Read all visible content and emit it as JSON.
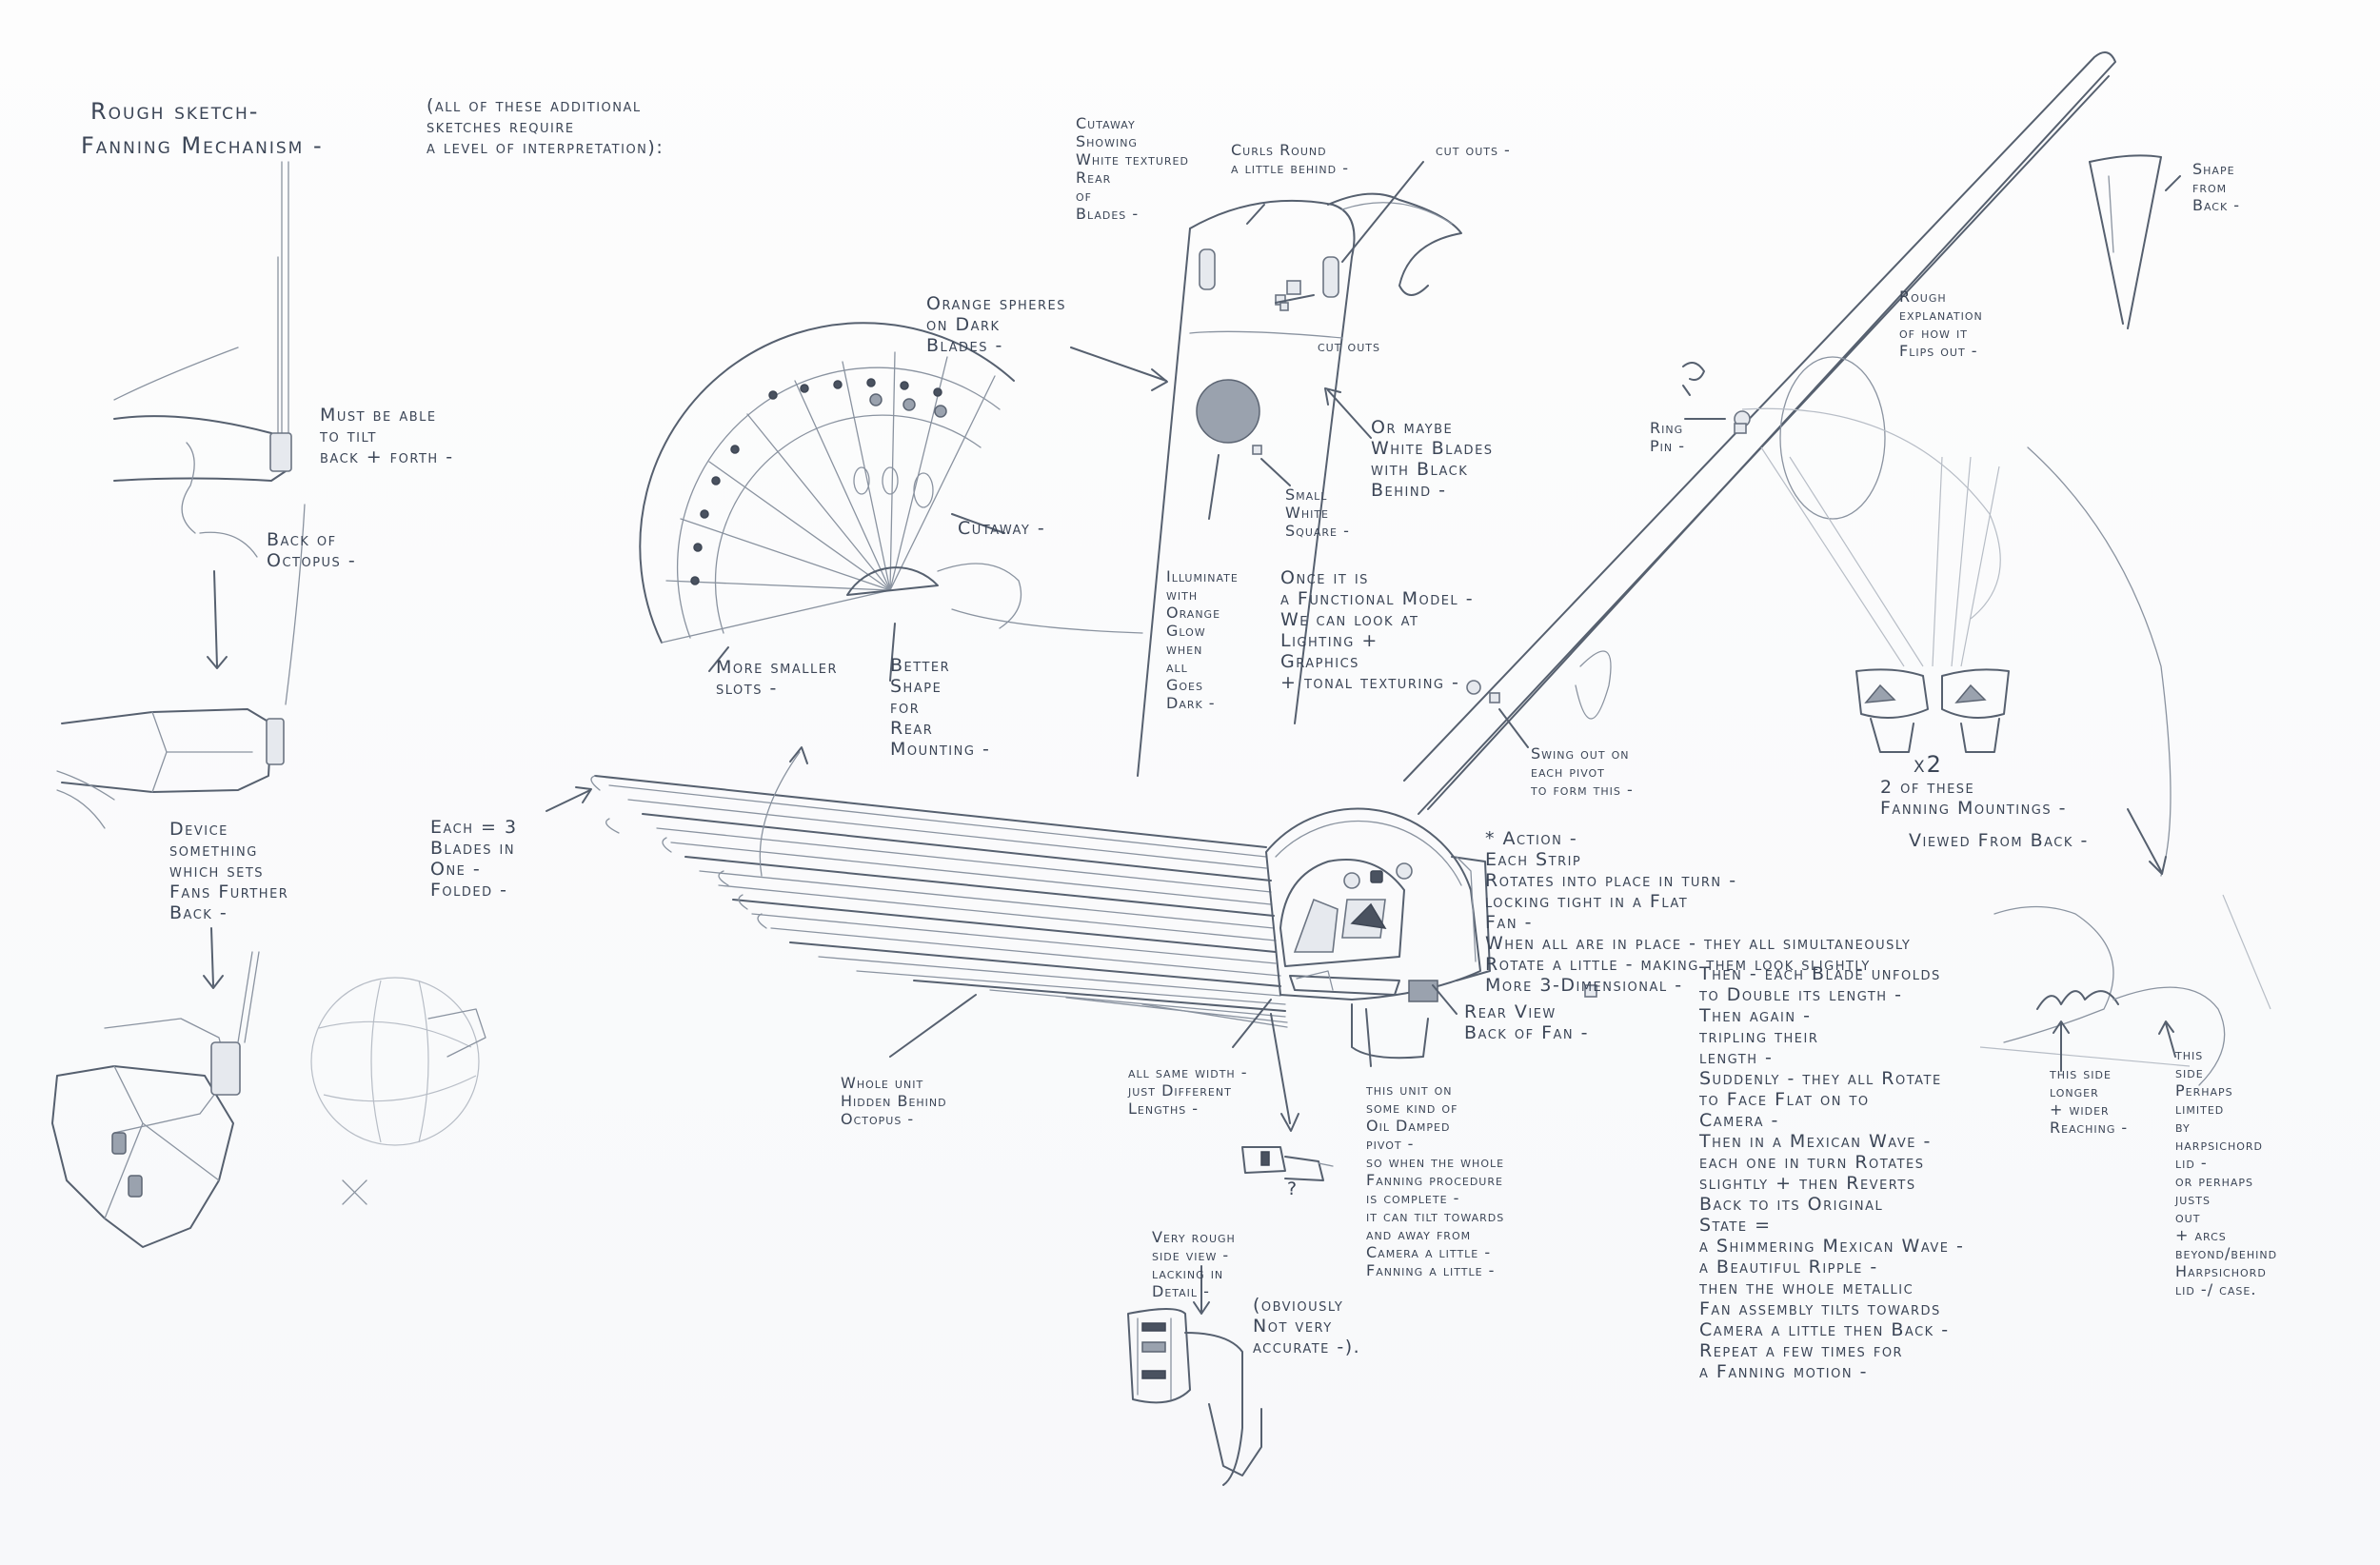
{
  "title": {
    "line1": "Rough sketch-",
    "line2": "Fanning Mechanism -"
  },
  "note_interpretation": "(all of these additional\nsketches require\na level of interpretation):",
  "left_notes": {
    "tilt": "Must be able\nto tilt\nback + forth -",
    "back_of_octopus": "Back of\nOctopus -",
    "device": "Device\nsomething\nwhich sets\nFans Further\nBack -"
  },
  "fan_notes": {
    "orange_spheres": "Orange spheres\non Dark\nBlades -",
    "cutaway": "Cutaway -",
    "more_slots": "More smaller\nslots -",
    "better_shape": "Better\nShape\nfor\nRear\nMounting -"
  },
  "blade_notes": {
    "cutaway_showing": "Cutaway\nShowing\nWhite textured\nRear\nof\nBlades -",
    "curls_round": "Curls Round\na little behind -",
    "cutouts_top": "cut outs -",
    "cutouts": "cut outs",
    "or_maybe": "Or maybe\nWhite Blades\nwith Black\nBehind -",
    "small_white": "Small\nWhite\nSquare -",
    "illuminate": "Illuminate\nwith\nOrange\nGlow\nwhen\nall\nGoes\nDark -",
    "once_functional": "Once it is\na Functional Model -\nWe can look at\nLighting +\nGraphics\n+ tonal texturing -"
  },
  "pole_notes": {
    "rough_explanation": "Rough\nexplanation\nof how it\nFlips out -",
    "ring_pin": "Ring\nPin -",
    "swing_out": "Swing out on\neach pivot\nto form this -"
  },
  "shape_back": "Shape\nfrom\nBack -",
  "mounting_notes": {
    "times2": "x2",
    "two_of_these": "2 of these\nFanning Mountings -",
    "viewed_back": "Viewed From Back -"
  },
  "main_notes": {
    "each_3_blades": "Each = 3\nBlades in\nOne -\nFolded -",
    "whole_unit": "Whole unit\nHidden Behind\nOctopus -",
    "all_same_width": "all same width -\njust Different\nLengths -",
    "rear_view": "Rear View\nBack of Fan -",
    "this_unit": "this unit on\nsome kind of\nOil Damped\npivot -\nso when the whole\nFanning procedure\nis complete -\nit can tilt towards\nand away from\nCamera a little -\nFanning a little -",
    "question": "?",
    "very_rough": "Very rough\nside view -\nlacking in\nDetail -",
    "obviously": "(obviously\nNot very\naccurate -)."
  },
  "action_notes": {
    "block1": "* Action -\nEach Strip\nRotates into place in turn -\nlocking tight in a Flat\nFan -\nWhen all are in place - they all simultaneously\nRotate a little - making them look slightly\nMore 3-Dimensional -",
    "block2": "Then - each Blade unfolds\nto Double its length -\nThen again -\ntripling their\nlength -\nSuddenly - they all Rotate\nto Face Flat on to\nCamera -\nThen in a Mexican Wave -\neach one in turn Rotates\nslightly + then Reverts\nBack to its Original\nState =\na Shimmering Mexican Wave -\na Beautiful Ripple -\nthen the whole metallic\nFan assembly tilts towards\nCamera a little then Back -\nRepeat a few times for\na Fanning motion -"
  },
  "bottom_right_notes": {
    "this_side_longer": "this side\nlonger\n+ wider\nReaching -",
    "this_side_perhaps": "this\nside\nPerhaps\nlimited\nby\nharpsichord\nlid -\nor perhaps\njusts\nout\n+ arcs\nbeyond/behind\nHarpsichord\nlid -/ case."
  },
  "colors": {
    "paper": "#fbfbfb",
    "pencil": "#3c4657",
    "graphite": "#56606f",
    "dark_fill": "#4a5260"
  }
}
